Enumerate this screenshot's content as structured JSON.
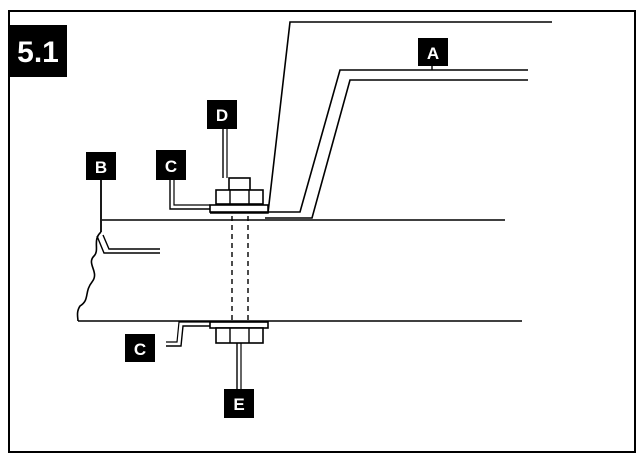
{
  "figure": {
    "number": "5.1",
    "labels": {
      "a": "A",
      "b": "B",
      "c_top": "C",
      "c_bottom": "C",
      "d": "D",
      "e": "E"
    }
  }
}
